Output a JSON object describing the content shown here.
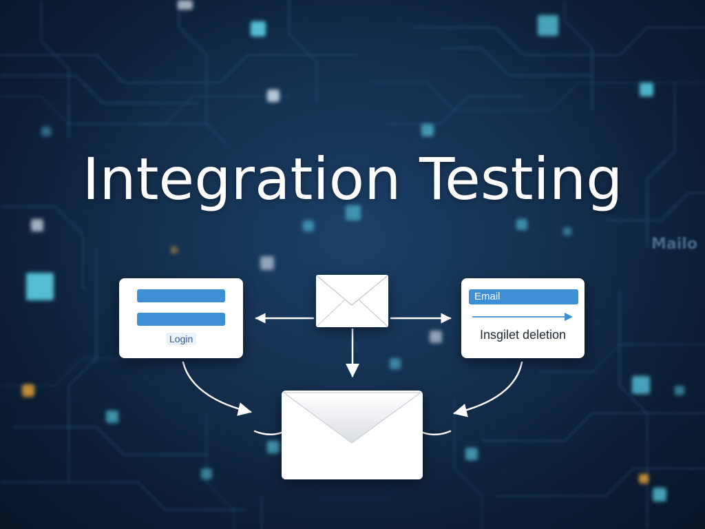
{
  "title": "Integration Testing",
  "corner_text": "Mailo",
  "login_card": {
    "button_label": "Login"
  },
  "email_card": {
    "header_label": "Email",
    "caption": "Insgilet deletion"
  },
  "colors": {
    "background": "#0b1d33",
    "accent_blue": "#3f8fd6",
    "card": "#ffffff",
    "arrow": "#ffffff",
    "node_cyan": "#5fd8f0",
    "node_amber": "#e0a035"
  },
  "icons": [
    "envelope-icon",
    "arrow-right-icon"
  ]
}
